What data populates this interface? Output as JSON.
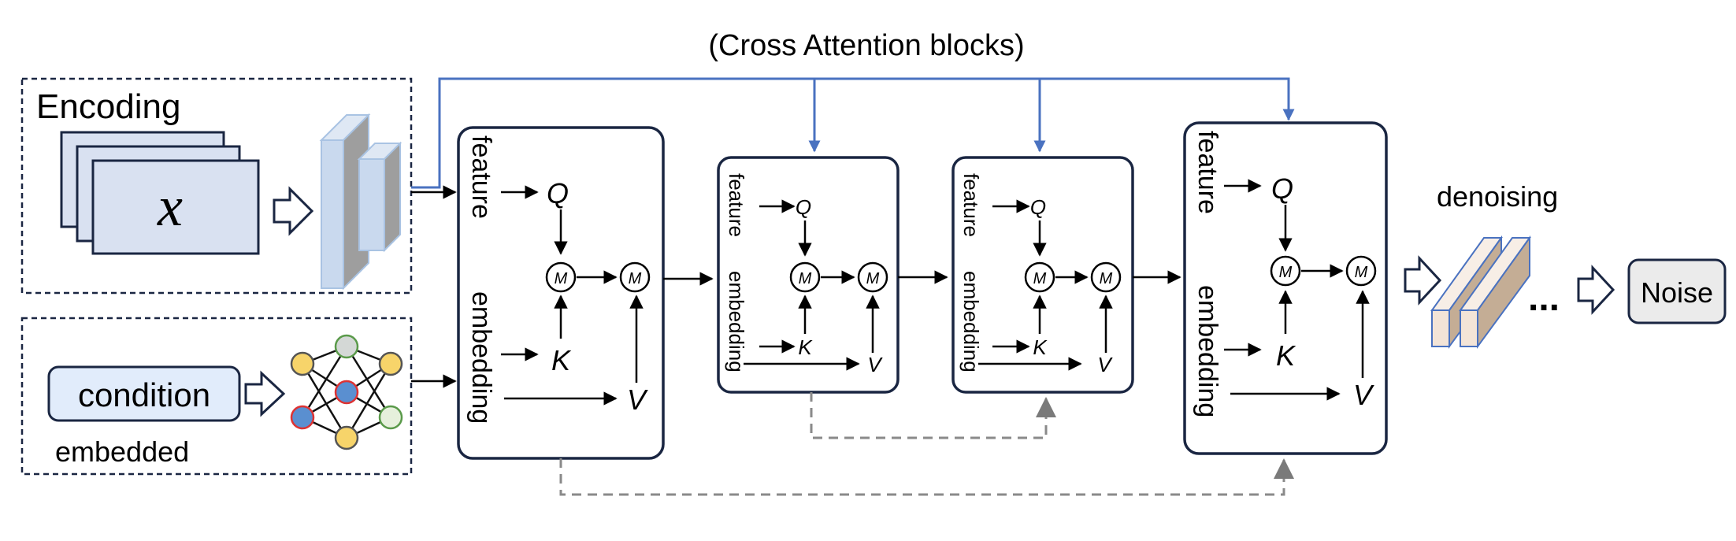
{
  "title": "(Cross Attention blocks)",
  "encoding": {
    "label": "Encoding",
    "symbol": "x"
  },
  "condition": {
    "box_label": "condition",
    "caption": "embedded"
  },
  "block": {
    "feature_label": "feature",
    "embedding_label": "embedding",
    "q": "Q",
    "k": "K",
    "v": "V",
    "m": "M"
  },
  "denoising_label": "denoising",
  "ellipsis": "...",
  "noise_label": "Noise",
  "colors": {
    "box_stroke": "#1a2642",
    "blue_arrow": "#4a72c0",
    "dashed": "#8a8a8a",
    "encoding_fill": "#d9e1f1",
    "prism_fill": "#c9d9ee",
    "prism_side": "#9e9e9e",
    "condition_fill": "#e1ecfb",
    "noise_fill": "#ebebeb",
    "node_yellow": "#f7d46a",
    "node_blue": "#5a8fd0",
    "node_gray": "#d4d8d6",
    "node_green_light": "#e6f0dc",
    "denoise_front": "#f3e4d7",
    "denoise_side": "#c4ad95"
  }
}
